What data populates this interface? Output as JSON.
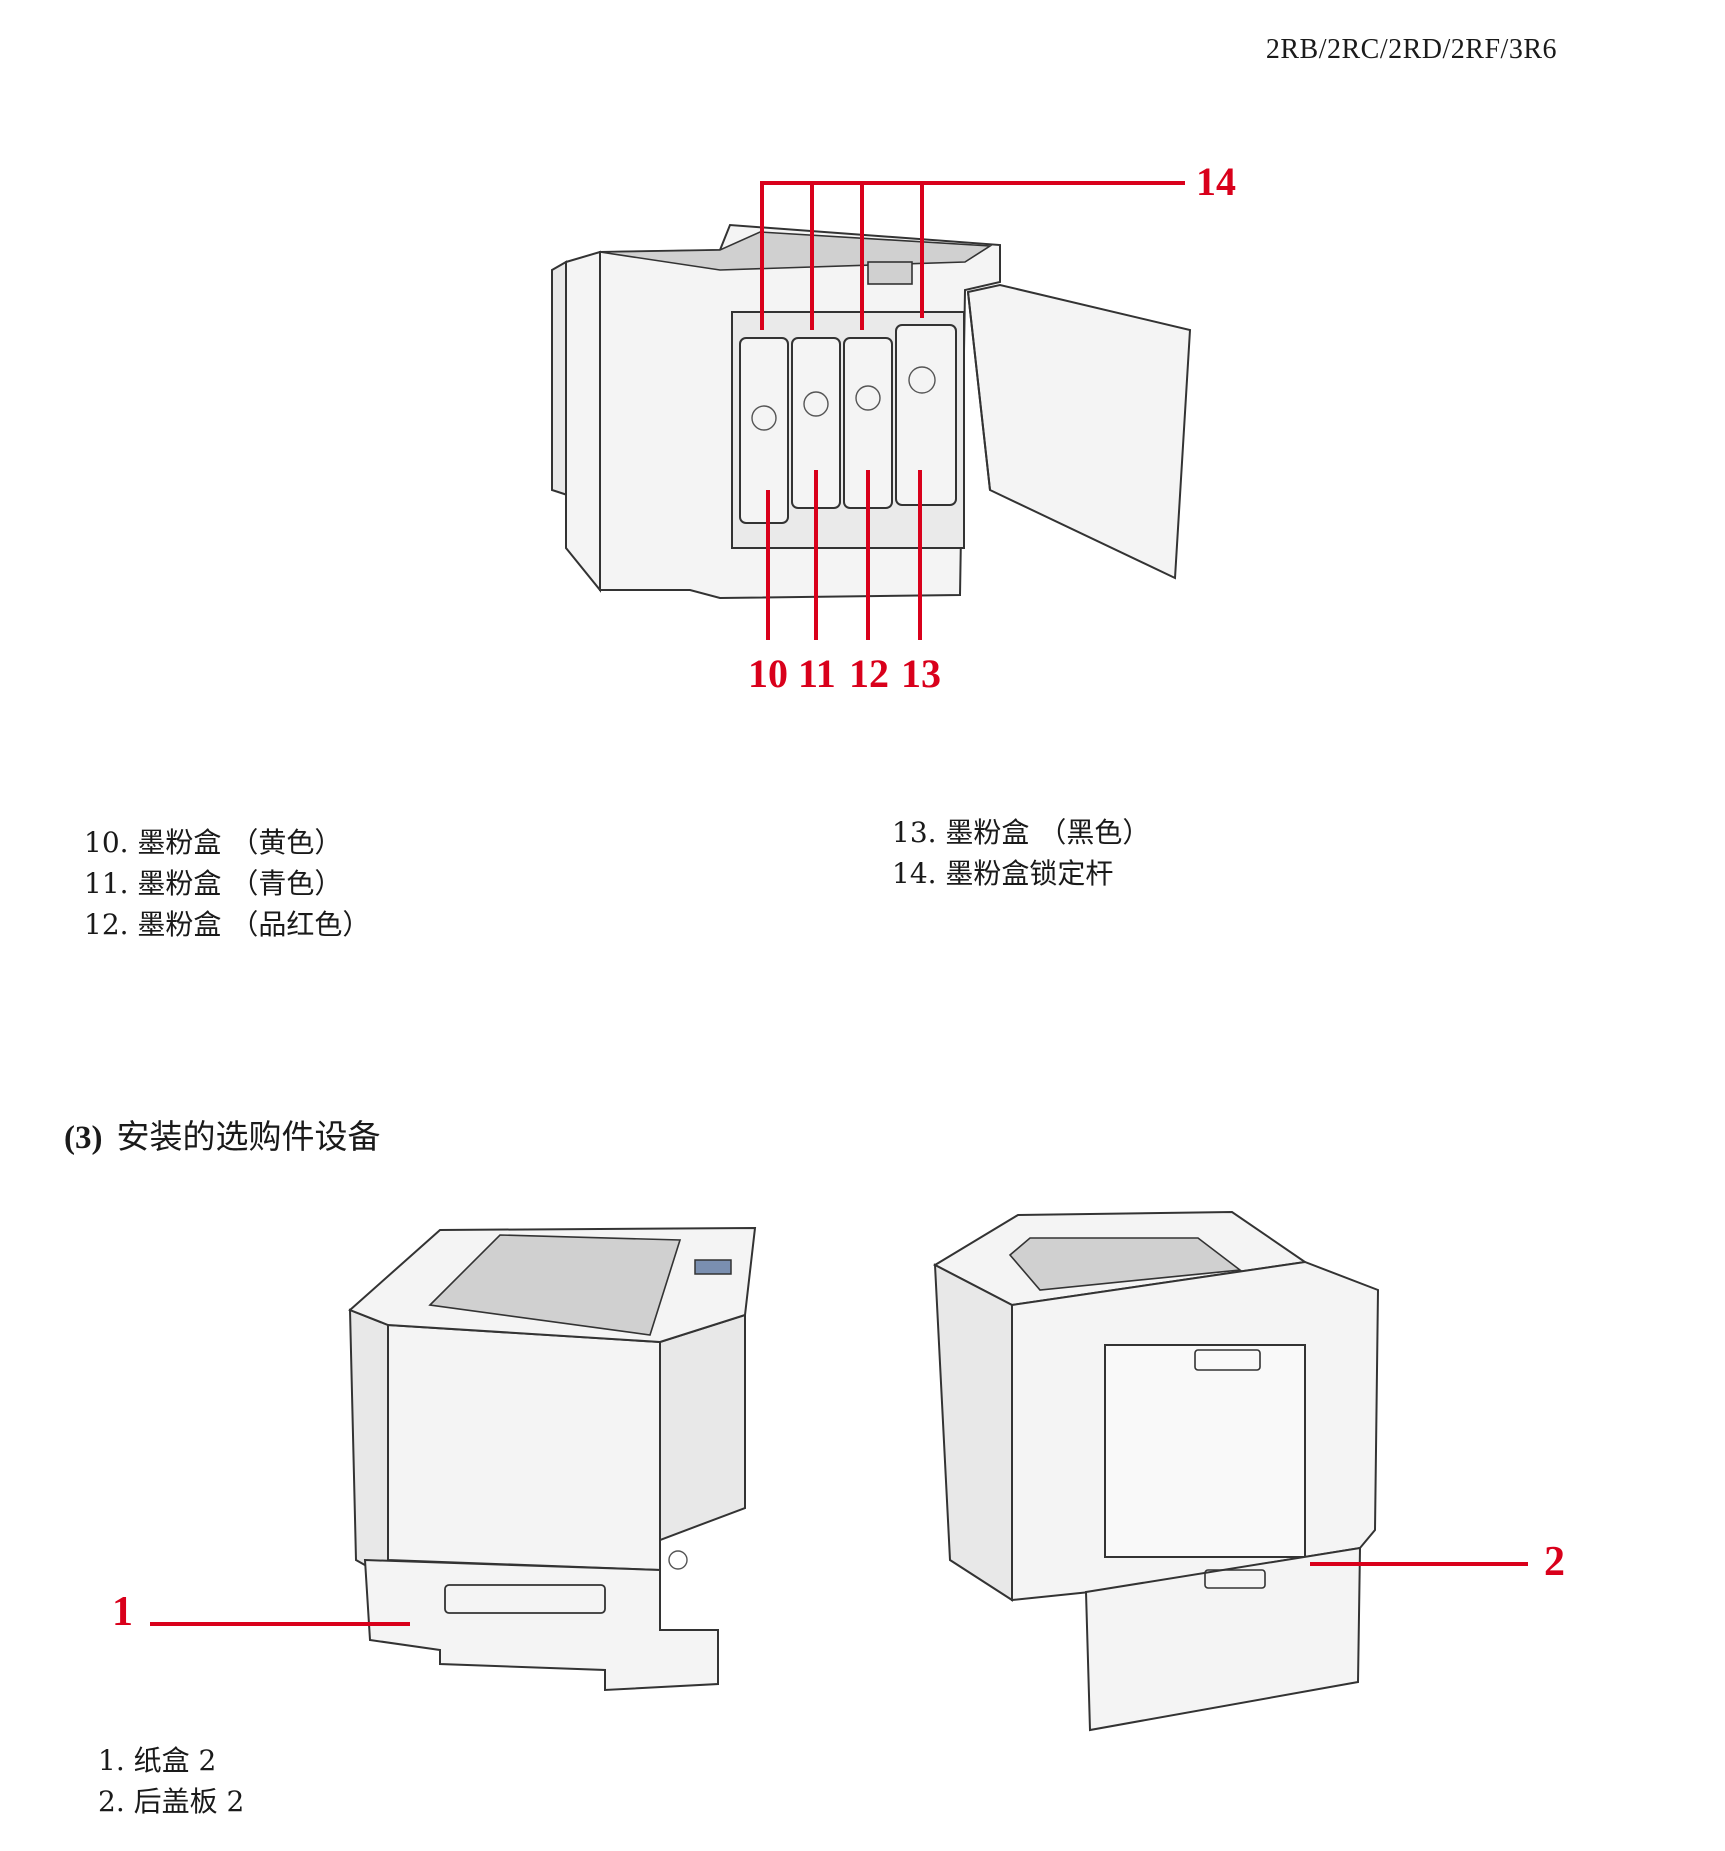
{
  "header": {
    "model_code": "2RB/2RC/2RD/2RF/3R6"
  },
  "figure_top": {
    "callouts": [
      "14",
      "10",
      "11",
      "12",
      "13"
    ]
  },
  "legend_top": {
    "left": [
      "10. 墨粉盒 （黄色）",
      "11. 墨粉盒 （青色）",
      "12. 墨粉盒 （品红色）"
    ],
    "right": [
      "13. 墨粉盒 （黑色）",
      "14. 墨粉盒锁定杆"
    ]
  },
  "section": {
    "number": "(3)",
    "title": "安装的选购件设备"
  },
  "figure_bottom": {
    "callouts": [
      "1",
      "2"
    ]
  },
  "legend_bottom": [
    "1. 纸盒 2",
    "2. 后盖板 2"
  ]
}
